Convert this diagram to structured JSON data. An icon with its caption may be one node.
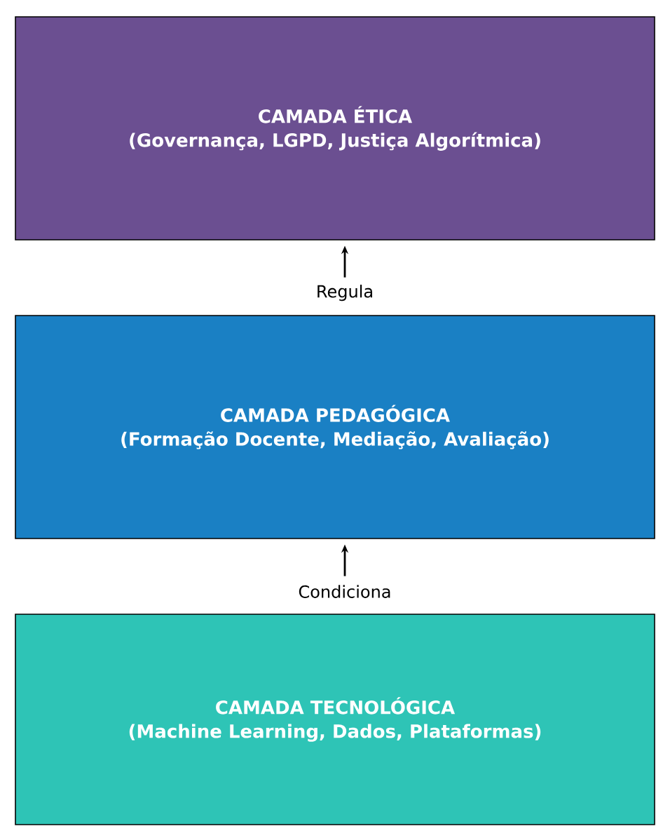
{
  "diagram": {
    "nodes": [
      {
        "text": [
          "CAMADA ÉTICA",
          "(Governança, LGPD, Justiça Algorítmica)"
        ]
      },
      {
        "text": [
          "CAMADA PEDAGÓGICA",
          "(Formação Docente, Mediação, Avaliação)"
        ]
      },
      {
        "text": [
          "CAMADA TECNOLÓGICA",
          "(Machine Learning, Dados, Plataformas)"
        ]
      }
    ],
    "edges": [
      {
        "from": 1,
        "to": 0,
        "arrow": "to",
        "label": "Regula"
      },
      {
        "from": 2,
        "to": 1,
        "arrow": "to",
        "label": "Condiciona"
      }
    ]
  }
}
